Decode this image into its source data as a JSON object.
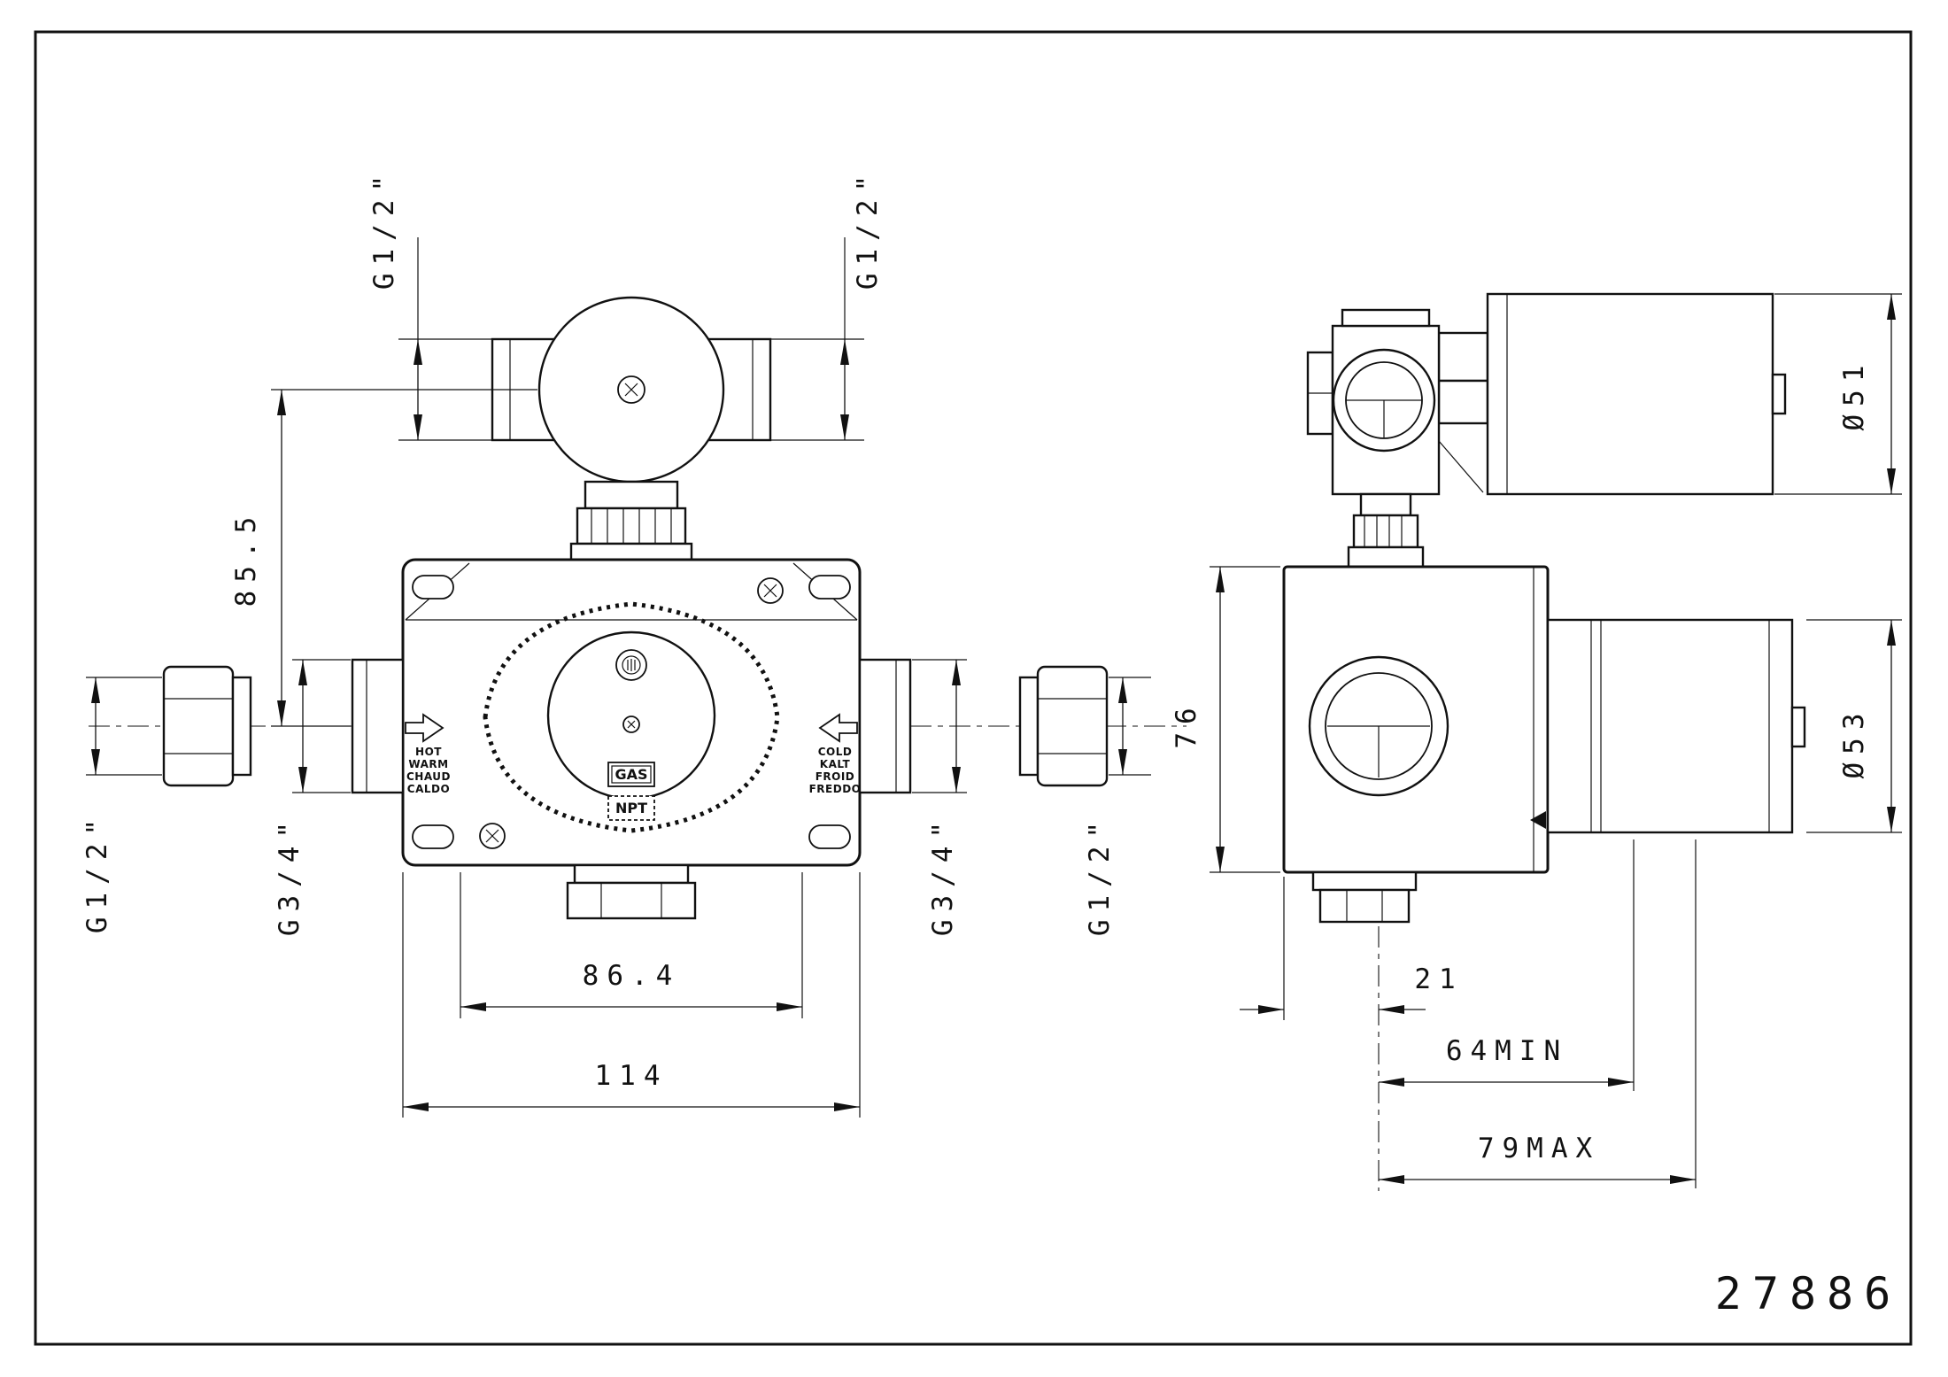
{
  "frame": {
    "part_number": "27886"
  },
  "front_view": {
    "top_left_thread": "G1/2\"",
    "top_right_thread": "G1/2\"",
    "height_to_knob": "85.5",
    "left_outer_thread": "G1/2\"",
    "left_port_thread": "G3/4\"",
    "right_port_thread": "G3/4\"",
    "right_outer_thread": "G1/2\"",
    "port_span": "86.4",
    "body_width": "114",
    "hot_lines": [
      "HOT",
      "WARM",
      "CHAUD",
      "CALDO"
    ],
    "cold_lines": [
      "COLD",
      "KALT",
      "FROID",
      "FREDDO"
    ],
    "gas_label": "GAS",
    "npt_label": "NPT"
  },
  "side_view": {
    "knob_diameter": "Ø51",
    "barrel_diameter": "Ø53",
    "body_height": "76",
    "offset_21": "21",
    "depth_min": "64MIN",
    "depth_max": "79MAX"
  }
}
